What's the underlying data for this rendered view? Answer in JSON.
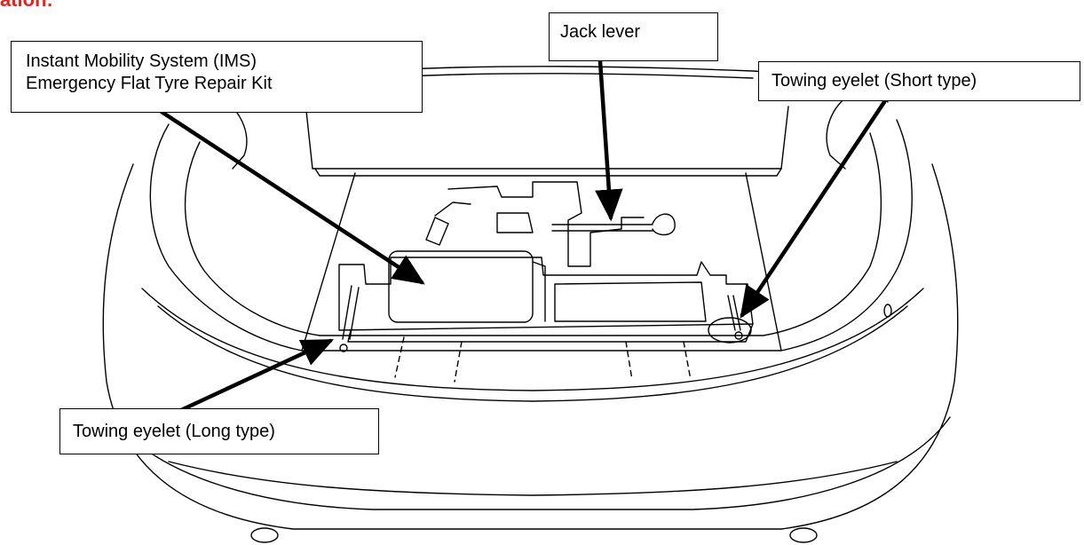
{
  "heading_fragment": "ation:",
  "labels": {
    "ims_line1": "Instant Mobility System (IMS)",
    "ims_line2": "Emergency Flat Tyre Repair Kit",
    "jack_lever": "Jack lever",
    "towing_short": "Towing eyelet (Short type)",
    "towing_long": "Towing eyelet (Long type)"
  },
  "colors": {
    "heading": "#e8231c",
    "line": "#000000"
  }
}
